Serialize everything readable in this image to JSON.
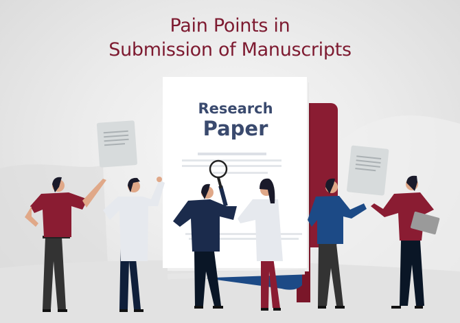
{
  "title": {
    "line1": "Pain Points in",
    "line2": "Submission of Manuscripts",
    "color": "#7d1a30"
  },
  "document": {
    "line1": "Research",
    "line2": "Paper",
    "color": "#3a4a6e"
  },
  "colors": {
    "maroon": "#8a1c32",
    "navy": "#1b2b4c",
    "blue": "#1c4a86",
    "coat": "#e6e9ee",
    "skin": "#e0a888",
    "hair": "#1a1a2a",
    "pants_dark": "#333333",
    "sheet": "#d7dbdc"
  },
  "figures": [
    {
      "name": "man-pointing",
      "shirt": "maroon"
    },
    {
      "name": "scientist-with-glasses",
      "shirt": "lab-coat"
    },
    {
      "name": "man-with-magnifier",
      "shirt": "navy"
    },
    {
      "name": "woman-scientist",
      "shirt": "lab-coat"
    },
    {
      "name": "man-blue-shirt",
      "shirt": "blue"
    },
    {
      "name": "man-with-laptop",
      "shirt": "maroon"
    }
  ]
}
